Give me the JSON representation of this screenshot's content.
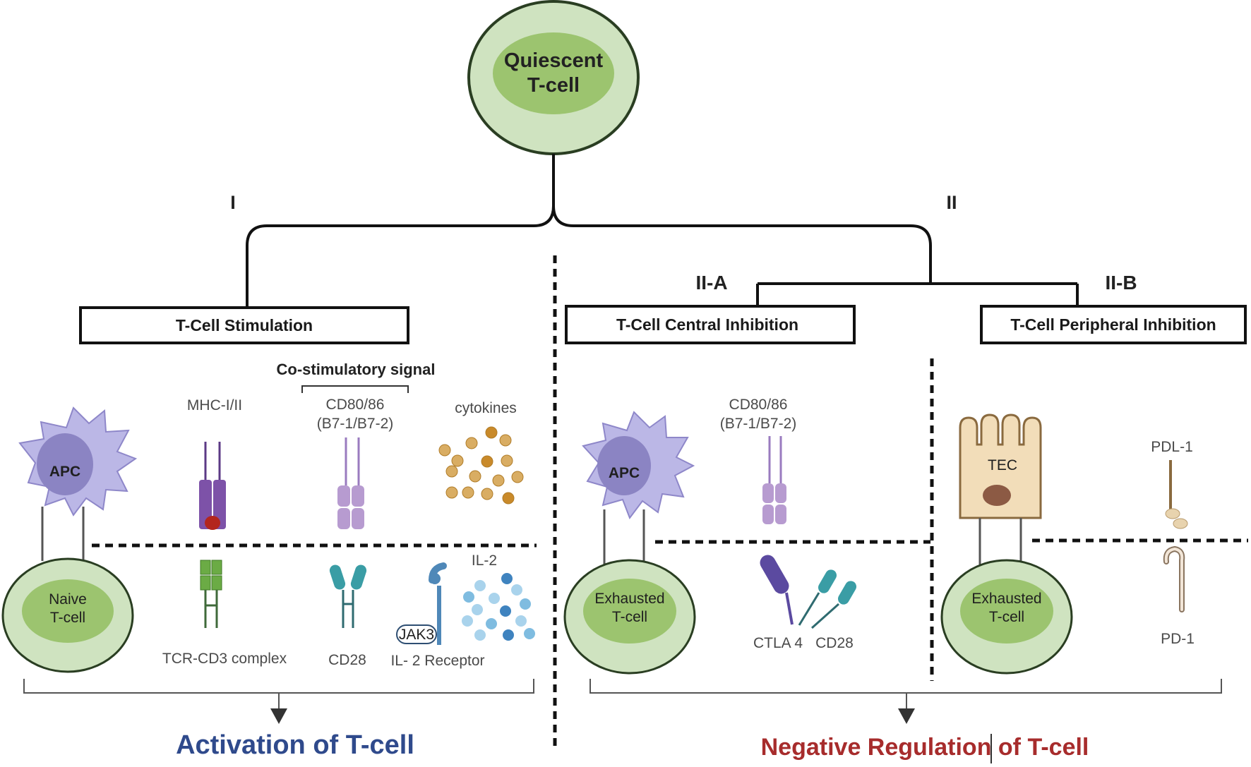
{
  "root": {
    "line1": "Quiescent",
    "line2": "T-cell"
  },
  "branches": {
    "left_numeral": "I",
    "right_numeral": "II",
    "sub_a": "II-A",
    "sub_b": "II-B"
  },
  "boxes": {
    "stimulation": "T-Cell Stimulation",
    "central": "T-Cell Central Inhibition",
    "peripheral": "T-Cell Peripheral Inhibition"
  },
  "stimulation": {
    "costim_header": "Co-stimulatory signal",
    "apc": "APC",
    "mhc": "MHC-I/II",
    "cd80_line1": "CD80/86",
    "cd80_line2": "(B7-1/B7-2)",
    "cytokines": "cytokines",
    "naive_line1": "Naive",
    "naive_line2": "T-cell",
    "tcr": "TCR-CD3 complex",
    "cd28": "CD28",
    "il2": "IL-2",
    "jak3": "JAK3",
    "il2_receptor": "IL- 2 Receptor"
  },
  "central": {
    "apc": "APC",
    "cd80_line1": "CD80/86",
    "cd80_line2": "(B7-1/B7-2)",
    "exhausted_line1": "Exhausted",
    "exhausted_line2": "T-cell",
    "ctla4": "CTLA 4",
    "cd28": "CD28"
  },
  "peripheral": {
    "tec": "TEC",
    "pdl1": "PDL-1",
    "exhausted_line1": "Exhausted",
    "exhausted_line2": "T-cell",
    "pd1": "PD-1"
  },
  "outcomes": {
    "activation": "Activation of T-cell",
    "negative": "Negative Regulation of T-cell"
  },
  "colors": {
    "activation": "#2f4a8c",
    "negative": "#a72c2c",
    "cell_outer": "#cfe3c0",
    "cell_inner": "#9cc46f",
    "apc": "#bbb7e6",
    "mhc": "#7d52a8",
    "cd80": "#b79bd0",
    "tcr": "#6bab45",
    "cd28": "#3a9da5",
    "il2r": "#4f88b8",
    "cytokine": "#d4a04a",
    "tec": "#f2ddb9"
  }
}
